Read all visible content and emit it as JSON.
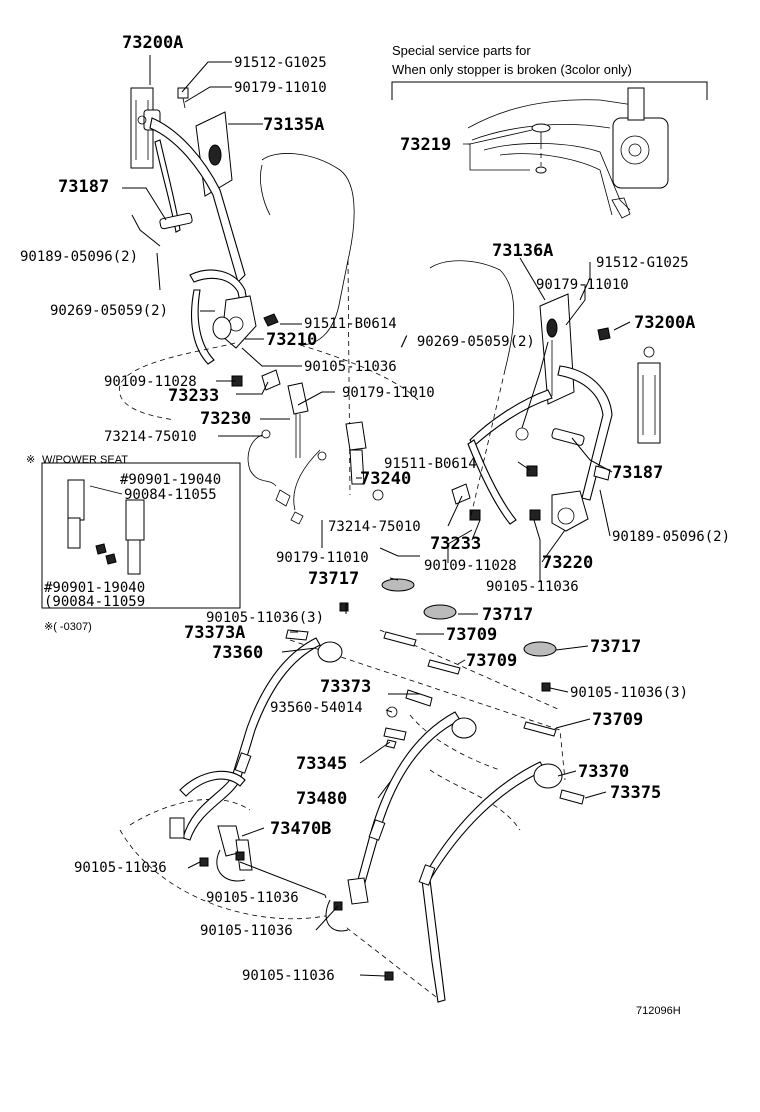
{
  "notice": {
    "line1": "Special service parts for",
    "line2": "When only stopper is broken (3color only)"
  },
  "inset": {
    "title_mark": "※",
    "title": "W/POWER SEAT",
    "part1": "#90901-19040",
    "part2": "90084-11055",
    "part3": "#90901-19040",
    "part4": "(90084-11059",
    "footnote": "※(     -0307)"
  },
  "callouts": {
    "c73200A_a": "73200A",
    "c91512_a": "91512-G1025",
    "c90179_a": "90179-11010",
    "c73135A": "73135A",
    "c73187_a": "73187",
    "c90189_a": "90189-05096(2)",
    "c90269_a": "90269-05059(2)",
    "c91511_a": "91511-B0614",
    "c73210": "73210",
    "c90105_a": "90105-11036",
    "c90109_a": "90109-11028",
    "c73233_a": "73233",
    "c90179_b": "90179-11010",
    "c73230": "73230",
    "c73214_a": "73214-75010",
    "c73219": "73219",
    "c73136A": "73136A",
    "c91512_b": "91512-G1025",
    "c90179_c": "90179-11010",
    "c73200A_b": "73200A",
    "c90269_b": "/ 90269-05059(2)",
    "c91511_b": "91511-B0614",
    "c73187_b": "73187",
    "c73240": "73240",
    "c73214_b": "73214-75010",
    "c73233_b": "73233",
    "c73220": "73220",
    "c90189_b": "90189-05096(2)",
    "c90179_d": "90179-11010",
    "c90109_b": "90109-11028",
    "c90105_b": "90105-11036",
    "c73717_a": "73717",
    "c90105_c": "90105-11036(3)",
    "c73717_b": "73717",
    "c73373A": "73373A",
    "c73709_a": "73709",
    "c73360": "73360",
    "c73709_b": "73709",
    "c73717_c": "73717",
    "c73373": "73373",
    "c90105_d": "90105-11036(3)",
    "c93560": "93560-54014",
    "c73709_c": "73709",
    "c73345": "73345",
    "c73370": "73370",
    "c73480": "73480",
    "c73375": "73375",
    "c73470B": "73470B",
    "c90105_e": "90105-11036",
    "c90105_f": "90105-11036",
    "c90105_g": "90105-11036",
    "c90105_h": "90105-11036"
  },
  "drawing_id": "712096H"
}
